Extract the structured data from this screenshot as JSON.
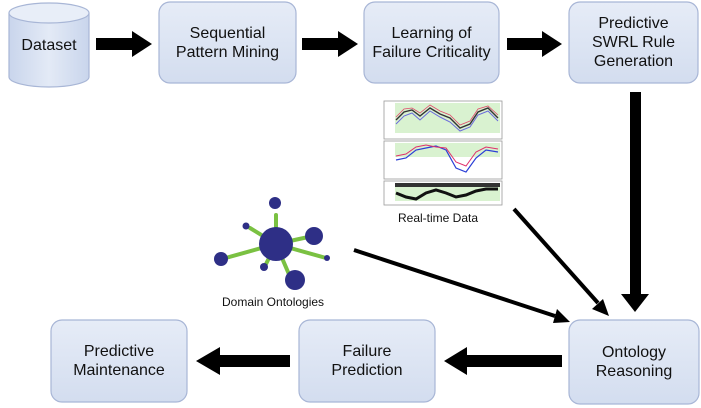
{
  "nodes": {
    "dataset": {
      "label": "Dataset"
    },
    "sequential_pattern_mining": {
      "label": "Sequential\nPattern Mining"
    },
    "learning_failure_criticality": {
      "label": "Learning of\nFailure Criticality"
    },
    "predictive_swrl_rule_generation": {
      "label": "Predictive\nSWRL Rule\nGeneration"
    },
    "ontology_reasoning": {
      "label": "Ontology\nReasoning"
    },
    "failure_prediction": {
      "label": "Failure\nPrediction"
    },
    "predictive_maintenance": {
      "label": "Predictive\nMaintenance"
    }
  },
  "captions": {
    "realtime_data": "Real-time Data",
    "domain_ontologies": "Domain Ontologies"
  },
  "colors": {
    "box_fill": "#dde5f3",
    "box_stroke": "#a8b6d6",
    "arrow": "#000000",
    "ontology_node": "#2e2f86",
    "ontology_edge": "#7ac142"
  }
}
